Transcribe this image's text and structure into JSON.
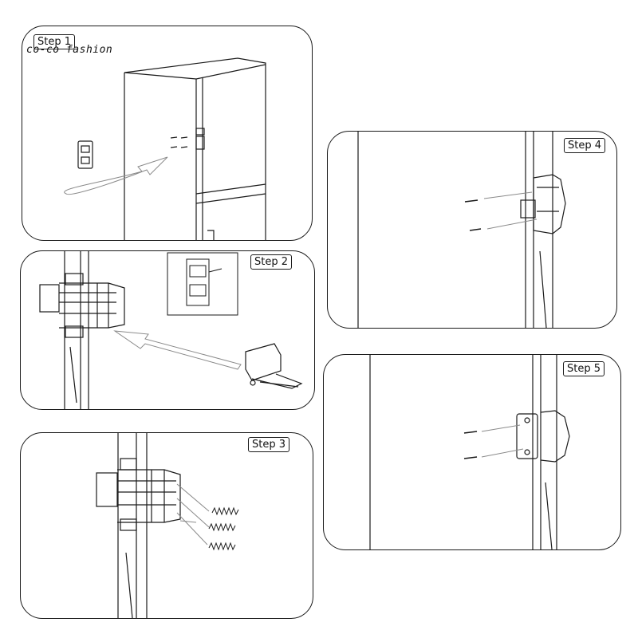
{
  "watermark": "co-co fashion",
  "steps": [
    {
      "label": "Step 1"
    },
    {
      "label": "Step 2"
    },
    {
      "label": "Step 3"
    },
    {
      "label": "Step 4"
    },
    {
      "label": "Step 5"
    }
  ],
  "colors": {
    "line": "#1a1a1a",
    "arrow": "#8a8a8a",
    "panel_border": "#1a1a1a"
  }
}
